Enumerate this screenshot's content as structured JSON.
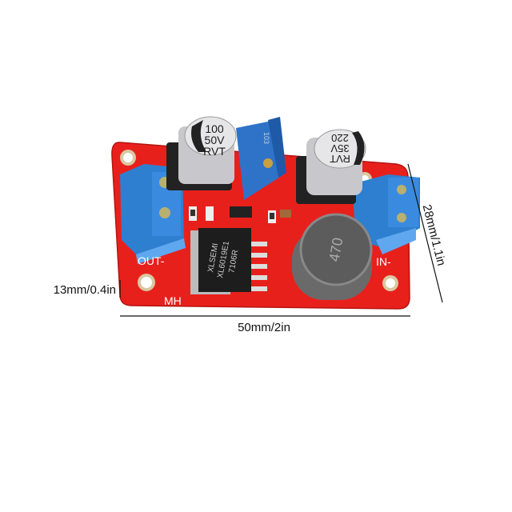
{
  "product": {
    "board_labels": {
      "out_minus": "OUT-",
      "mh": "MH",
      "in_minus": "IN-"
    },
    "capacitor_left": {
      "line1": "100",
      "line2": "50V",
      "line3": "RVT"
    },
    "capacitor_right": {
      "line1": "220",
      "line2": "35V",
      "line3": "RVT"
    },
    "potentiometer": {
      "marking": "103"
    },
    "chip": {
      "line1": "XLSEMI",
      "line2": "XL6019E1",
      "line3": "7106R"
    },
    "inductor": {
      "marking": "470"
    }
  },
  "dimensions": {
    "width": "50mm/2in",
    "height": "28mm/1.1in",
    "thickness": "13mm/0.4in"
  },
  "colors": {
    "pcb": "#e8201c",
    "terminal": "#2f7fd0",
    "background": "#ffffff"
  }
}
